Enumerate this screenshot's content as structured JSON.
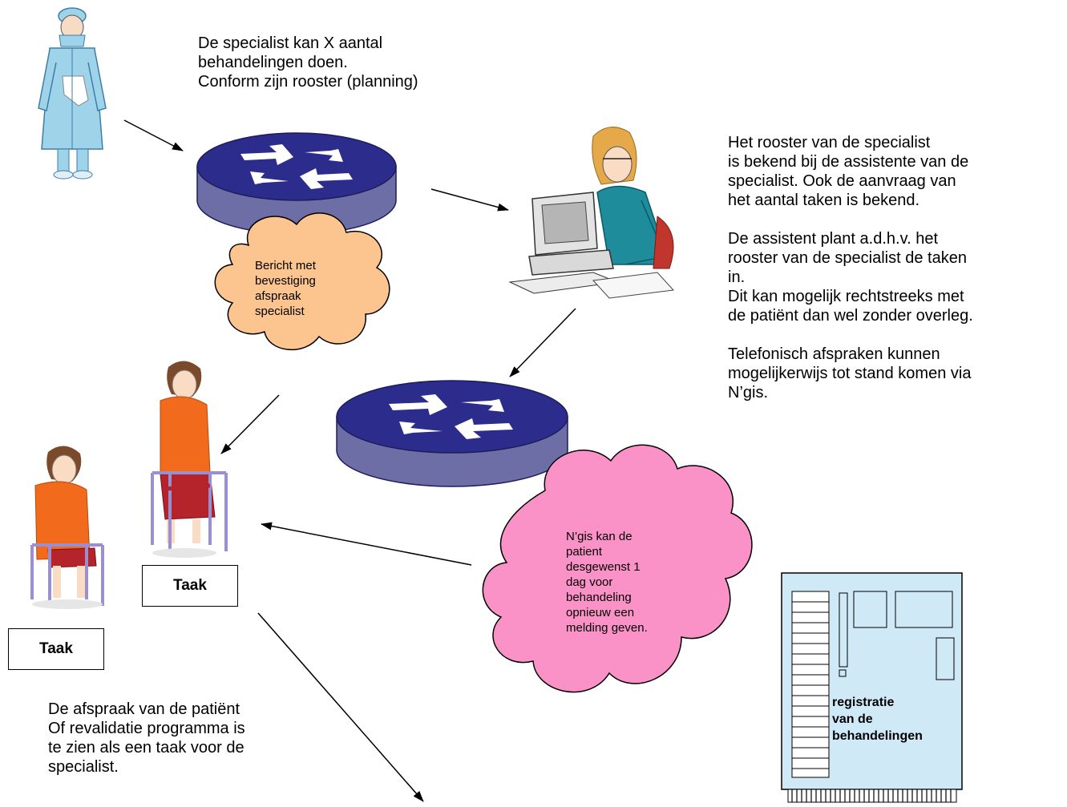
{
  "texts": {
    "specialist_note": "De specialist kan X aantal\nbehandelingen doen.\nConform zijn rooster (planning)",
    "assistant_note": "Het rooster van de specialist\nis bekend bij de assistente van de\nspecialist. Ook de aanvraag van\nhet aantal taken is bekend.\n\nDe assistent plant a.d.h.v. het\nrooster van de specialist de taken\nin.\nDit kan mogelijk rechtstreeks met\nde patiënt dan wel zonder overleg.\n\nTelefonisch afspraken kunnen\nmogelijkerwijs tot stand komen via\nN’gis.",
    "cloud_confirmation": "Bericht met\nbevestiging\nafspraak\nspecialist",
    "cloud_ngis": "N’gis kan de\npatient\ndesgewenst 1\ndag voor\nbehandeling\nopnieuw een\nmelding geven.",
    "task_label_1": "Taak",
    "task_label_2": "Taak",
    "patient_note": "De afspraak van de patiënt\nOf revalidatie programma is\nte zien als een taak voor de\nspecialist.",
    "registration_label": "registratie\n  van de\nbehandelingen"
  },
  "colors": {
    "router_top": "#2c2c8c",
    "router_side": "#6e6ea6",
    "cloud_orange": "#fcc58f",
    "cloud_pink": "#fb92c7",
    "board_fill": "#cfe9f7",
    "gown": "#9fd3ea",
    "patient_shirt": "#f26a1b",
    "patient_skirt": "#b5232b"
  }
}
